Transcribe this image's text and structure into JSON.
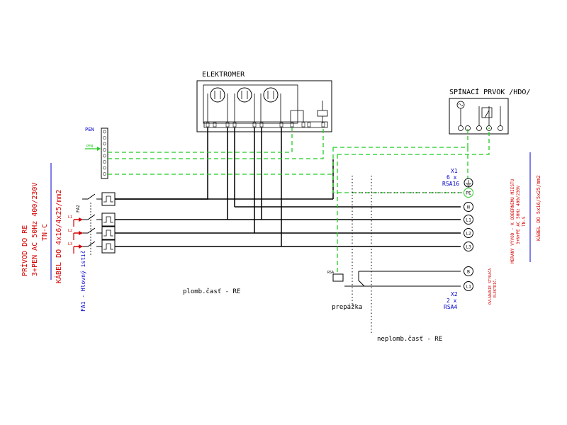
{
  "colors": {
    "wire_black": "#000000",
    "wire_green": "#22cc22",
    "text_red": "#d40000",
    "text_blue": "#0000cc"
  },
  "meter": {
    "title": "ELEKTROMER"
  },
  "hdo": {
    "title": "SPÍNACÍ PRVOK /HDO/"
  },
  "pen": {
    "label": "PEN",
    "arrow_label": "PEN"
  },
  "left_block": {
    "line1": "PRÍVOD DO RE",
    "line2": "3+PEN AC 50Hz 400/230V",
    "line3": "TN-C",
    "line4": "KÁBEL DO 4x16/4x25/mm2"
  },
  "fa1": {
    "label": "FA1 - Hlovný istič",
    "fa2": "FA2"
  },
  "phase_labels": [
    "L1",
    "L2",
    "L3"
  ],
  "right_block": {
    "line1": "MERANÝ VÝVOD - K ODBERNÉMU MIESTU",
    "line2": "3+N+PE AC 50Hz 400/230V",
    "line3": "TN-S",
    "line4": "KÁBEL DO 5x16/5x25/mm2"
  },
  "x1": {
    "name": "X1",
    "count": "6 x",
    "type": "RSA16"
  },
  "x2": {
    "name": "X2",
    "count": "2 x",
    "type": "RSA4"
  },
  "terminals_x1": [
    "PE",
    "N",
    "L1",
    "L2",
    "L3"
  ],
  "terminals_x2": [
    "B",
    "L1"
  ],
  "ovl": {
    "line1": "OVLÁDANIE STYKAČA",
    "line2": "ELEKTRIČ."
  },
  "relay_label": "RSA",
  "zones": {
    "sealed": "plomb.časť - RE",
    "partition": "prepážka",
    "unsealed": "neplomb.časť - RE"
  }
}
